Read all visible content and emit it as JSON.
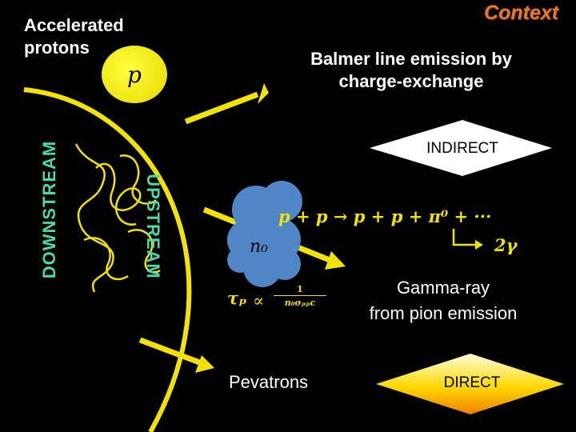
{
  "title": "Context",
  "accelerated": {
    "line1": "Accelerated",
    "line2": "protons"
  },
  "proton_symbol": "p",
  "balmer": {
    "line1": "Balmer line emission by",
    "line2": "charge-exchange"
  },
  "downstream": "DOWNSTREAM",
  "upstream": "UPSTREAM",
  "indirect": "INDIRECT",
  "direct": "DIRECT",
  "cloud_label": "n₀",
  "equation": "p + p → p + p + π⁰ + ···",
  "decay": "2γ",
  "tau": {
    "symbol": "τₚ",
    "proportional": "∝",
    "numerator": "1",
    "denominator": "n₀σₚₚc"
  },
  "gamma_ray": {
    "line1": "Gamma-ray",
    "line2": "from pion emission"
  },
  "pevatrons": "Pevatrons",
  "colors": {
    "title": "#e07830",
    "yellow": "#f2e200",
    "shock_labels": "#4cd8a8",
    "cloud": "#4f86c6"
  }
}
